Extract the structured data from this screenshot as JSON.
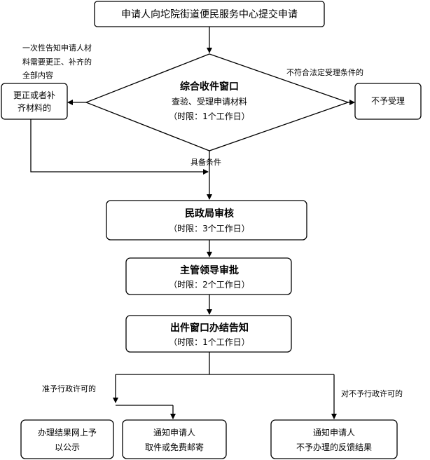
{
  "title_box": "申请人向坨院街道便民服务中心提交申请",
  "decision": {
    "title": "综合收件窗口",
    "line1": "查验、受理申请材料",
    "line2": "（时限：1个工作日）"
  },
  "left_note": [
    "一次性告知申请人材",
    "料需要更正、补齐的",
    "全部内容"
  ],
  "left_box": [
    "更正或者补",
    "齐材料的"
  ],
  "right_note": "不符合法定受理条件的",
  "right_box": "不予受理",
  "condition_label": "具备条件",
  "step1": {
    "title": "民政局审核",
    "time": "（时限：3个工作日）"
  },
  "step2": {
    "title": "主管领导审批",
    "time": "（时限：2个工作日）"
  },
  "step3": {
    "title": "出件窗口办结告知",
    "time": "（时限：1个工作日）"
  },
  "branch_left_label": "准予行政许可的",
  "branch_right_label": "对不予行政许可的",
  "out1": [
    "办理结果网上予",
    "以公示"
  ],
  "out2": [
    "通知申请人",
    "取件或免费邮寄"
  ],
  "out3": [
    "通知申请人",
    "不予办理的反馈结果"
  ]
}
